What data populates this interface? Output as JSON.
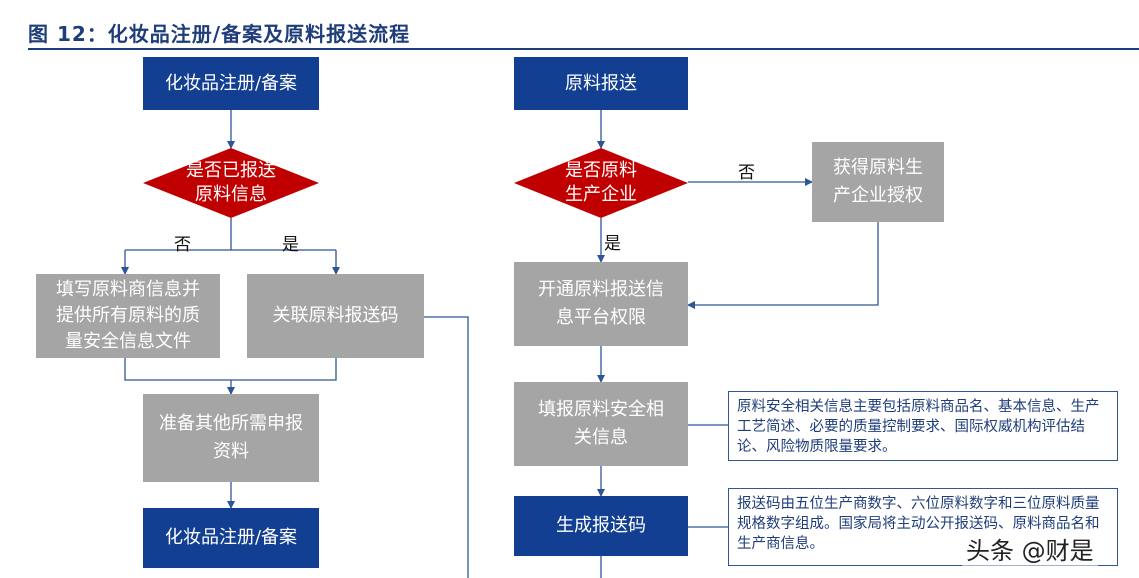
{
  "title": "图 12：化妆品注册/备案及原料报送流程",
  "nodes": {
    "cosmetic_top": "化妆品注册/备案",
    "raw_report": "原料报送",
    "reported_decision": "是否已报送\n原料信息",
    "producer_decision": "是否原料\n生产企业",
    "obtain_auth": "获得原料生\n产企业授权",
    "fill_supplier": "填写原料商信息并\n提供所有原料的质\n量安全信息文件",
    "link_code": "关联原料报送码",
    "open_platform": "开通原料报送信\n息平台权限",
    "prepare_docs": "准备其他所需申报\n资料",
    "fill_safety": "填报原料安全相\n关信息",
    "cosmetic_bottom": "化妆品注册/备案",
    "gen_code": "生成报送码"
  },
  "edge_labels": {
    "left_no": "否",
    "left_yes": "是",
    "right_no": "否",
    "right_yes": "是"
  },
  "notes": {
    "safety_info": "原料安全相关信息主要包括原料商品名、基本信息、生产工艺简述、必要的质量控制要求、国际权威机构评估结论、风险物质限量要求。",
    "code_info": "报送码由五位生产商数字、六位原料数字和三位原料质量规格数字组成。国家局将主动公开报送码、原料商品名和生产商信息。"
  },
  "watermark": "头条 @财是",
  "colors": {
    "blue": "#123f91",
    "gray": "#a5a5a5",
    "red": "#c00000",
    "line": "#2f5597"
  }
}
